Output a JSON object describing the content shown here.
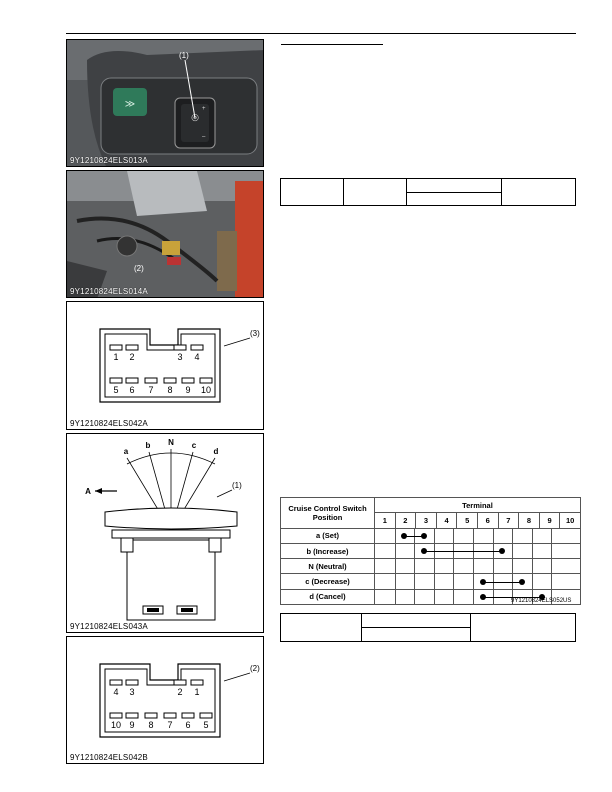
{
  "figures": [
    {
      "caption": "9Y1210824ELS013A",
      "callout": "(1)"
    },
    {
      "caption": "9Y1210824ELS014A",
      "callout": "(2)"
    },
    {
      "caption": "9Y1210824ELS042A",
      "callout": "(3)",
      "top_pins": [
        "1",
        "2",
        "3",
        "4"
      ],
      "bottom_pins": [
        "5",
        "6",
        "7",
        "8",
        "9",
        "10"
      ]
    },
    {
      "caption": "9Y1210824ELS043A",
      "callout": "(1)",
      "positions": [
        "a",
        "b",
        "N",
        "c",
        "d"
      ],
      "arrow_label": "A"
    },
    {
      "caption": "9Y1210824ELS042B",
      "callout": "(2)",
      "top_pins": [
        "4",
        "3",
        "2",
        "1"
      ],
      "bottom_pins": [
        "10",
        "9",
        "8",
        "7",
        "6",
        "5"
      ]
    }
  ],
  "table": {
    "position_header": "Cruise Control Switch Position",
    "terminal_header": "Terminal",
    "terminals": [
      "1",
      "2",
      "3",
      "4",
      "5",
      "6",
      "7",
      "8",
      "9",
      "10"
    ],
    "rows": [
      {
        "label": "a (Set)",
        "connect": [
          2,
          3
        ]
      },
      {
        "label": "b (Increase)",
        "connect": [
          3,
          7
        ]
      },
      {
        "label": "N (Neutral)",
        "connect": []
      },
      {
        "label": "c (Decrease)",
        "connect": [
          6,
          8
        ]
      },
      {
        "label": "d (Cancel)",
        "connect": [
          6,
          9
        ]
      }
    ],
    "caption": "9Y1210824ELS052US"
  },
  "colors": {
    "photo_bg": "#4a4c4e",
    "switch_green": "#2f7a5a"
  }
}
